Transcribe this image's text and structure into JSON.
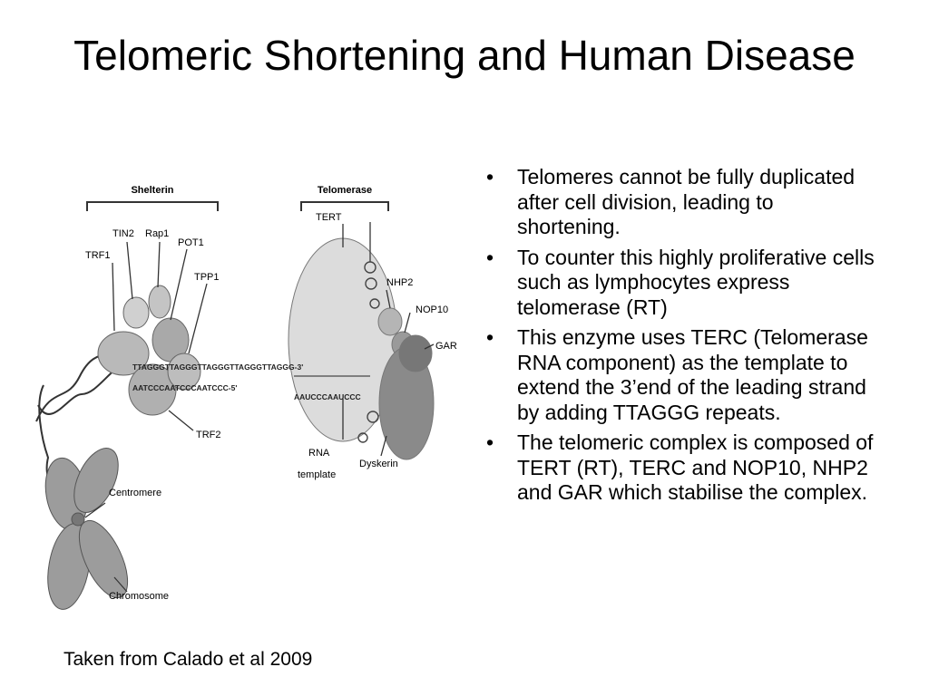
{
  "slide": {
    "title": "Telomeric Shortening and Human Disease",
    "bullets": [
      "Telomeres cannot be fully duplicated after cell division, leading to shortening.",
      "To counter this highly proliferative cells such as lymphocytes express telomerase (RT)",
      "This enzyme uses TERC (Telomerase RNA component) as the template to extend the 3’end of the leading strand by adding TTAGGG repeats.",
      "The telomeric complex is composed of TERT (RT), TERC and NOP10, NHP2 and GAR which stabilise the complex."
    ],
    "bullet_glyph": "•",
    "caption": "Taken from Calado et al 2009"
  },
  "figure": {
    "shelterin_label": "Shelterin",
    "telomerase_label": "Telomerase",
    "proteins": {
      "tin2": "TIN2",
      "rap1": "Rap1",
      "pot1": "POT1",
      "trf1": "TRF1",
      "tpp1": "TPP1",
      "trf2": "TRF2",
      "tert": "TERT",
      "nhp2": "NHP2",
      "nop10": "NOP10",
      "gar": "GAR",
      "rna_template_line1": "RNA",
      "rna_template_line2": "template",
      "dyskerin": "Dyskerin",
      "centromere": "Centromere",
      "chromosome": "Chromosome"
    },
    "sequences": {
      "top_strand": "TTAGGGTTAGGGTTAGGGTTAGGGTTAGGG-3'",
      "bottom_strand": "AATCCCAATCCCAATCCC-5'",
      "template_seq": "AAUCCCAAUCCC"
    },
    "colors": {
      "protein_fill": "#b9b9b9",
      "protein_dark": "#6f6f6f",
      "telomerase_fill": "#dcdcdc",
      "line": "#222222"
    }
  }
}
